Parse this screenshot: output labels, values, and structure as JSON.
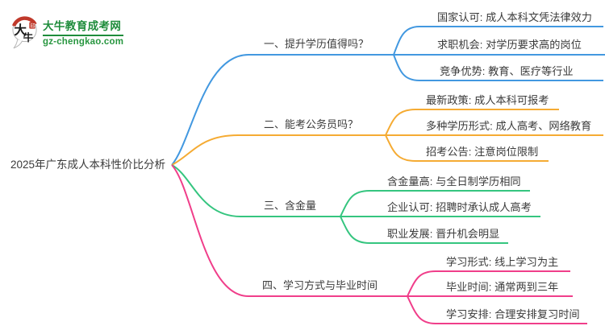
{
  "logo": {
    "title": "大牛教育成考网",
    "url": "gz-chengkao.com",
    "icon_chars": "大牛",
    "brand_green": "#1e8c3b",
    "accent_red": "#c0392b"
  },
  "root": {
    "label": "2025年广东成人本科性价比分析"
  },
  "branches": [
    {
      "label": "一、提升学历值得吗？",
      "color": "#4298e0",
      "children": [
        {
          "label": "国家认可: 成人本科文凭法律效力"
        },
        {
          "label": "求职机会: 对学历要求高的岗位"
        },
        {
          "label": "竞争优势: 教育、医疗等行业"
        }
      ]
    },
    {
      "label": "二、能考公务员吗？",
      "color": "#f5ab33",
      "children": [
        {
          "label": "最新政策: 成人本科可报考"
        },
        {
          "label": "多种学历形式: 成人高考、网络教育"
        },
        {
          "label": "招考公告: 注意岗位限制"
        }
      ]
    },
    {
      "label": "三、含金量",
      "color": "#35c57f",
      "children": [
        {
          "label": "含金量高: 与全日制学历相同"
        },
        {
          "label": "企业认可: 招聘时承认成人高考"
        },
        {
          "label": "职业发展: 晋升机会明显"
        }
      ]
    },
    {
      "label": "四、学习方式与毕业时间",
      "color": "#f03e8a",
      "children": [
        {
          "label": "学习形式: 线上学习为主"
        },
        {
          "label": "毕业时间: 通常两到三年"
        },
        {
          "label": "学习安排: 合理安排复习时间"
        }
      ]
    }
  ]
}
